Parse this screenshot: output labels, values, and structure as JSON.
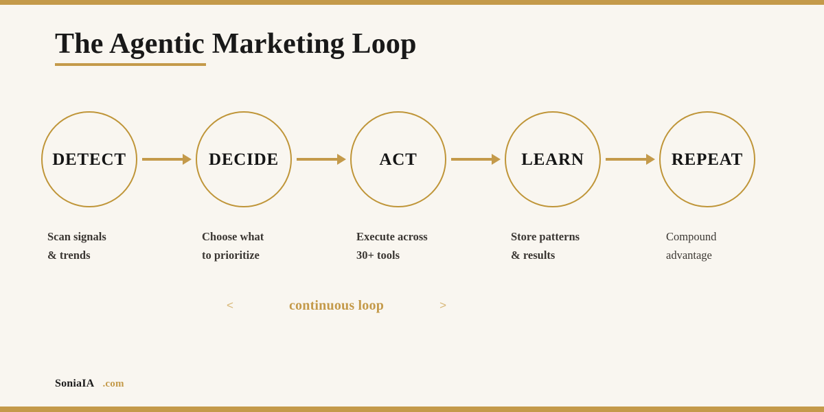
{
  "theme": {
    "background": "#f9f6f0",
    "accent_gold": "#c49a4a",
    "circle_stroke": "#bf9538",
    "text_dark": "#191919",
    "caption_text": "#3a3632",
    "chevron_gold": "#d8b777"
  },
  "header": {
    "title": "The Agentic Marketing Loop"
  },
  "flow": {
    "steps": [
      {
        "label": "DETECT",
        "caption_line1": "Scan signals",
        "caption_line2": "& trends"
      },
      {
        "label": "DECIDE",
        "caption_line1": "Choose what",
        "caption_line2": "to prioritize"
      },
      {
        "label": "ACT",
        "caption_line1": "Execute across",
        "caption_line2": "30+ tools"
      },
      {
        "label": "LEARN",
        "caption_line1": "Store patterns",
        "caption_line2": "& results"
      },
      {
        "label": "REPEAT",
        "caption_line1": "Compound",
        "caption_line2": "advantage"
      }
    ]
  },
  "loop": {
    "chevron_left": "<",
    "text": "continuous loop",
    "chevron_right": ">"
  },
  "footer": {
    "brand": "SoniaIA",
    "tld": ".com"
  }
}
